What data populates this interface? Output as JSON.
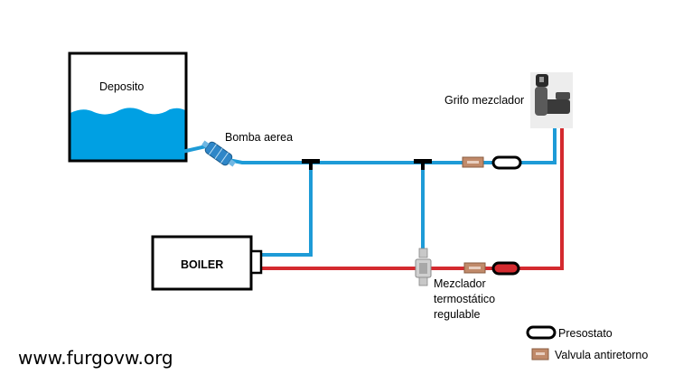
{
  "labels": {
    "tank": "Deposito",
    "pump": "Bomba aerea",
    "faucet": "Grifo mezclador",
    "boiler": "BOILER",
    "mixer_line1": "Mezclador",
    "mixer_line2": "termostático",
    "mixer_line3": "regulable"
  },
  "legend": {
    "pressure_switch": "Presostato",
    "check_valve": "Valvula antiretorno"
  },
  "watermark": "www.furgovw.org",
  "colors": {
    "cold_pipe": "#1e9bd7",
    "hot_pipe": "#d42a2f",
    "water": "#00a0e3",
    "check_valve": "#c08a6a",
    "outline": "#000000"
  }
}
